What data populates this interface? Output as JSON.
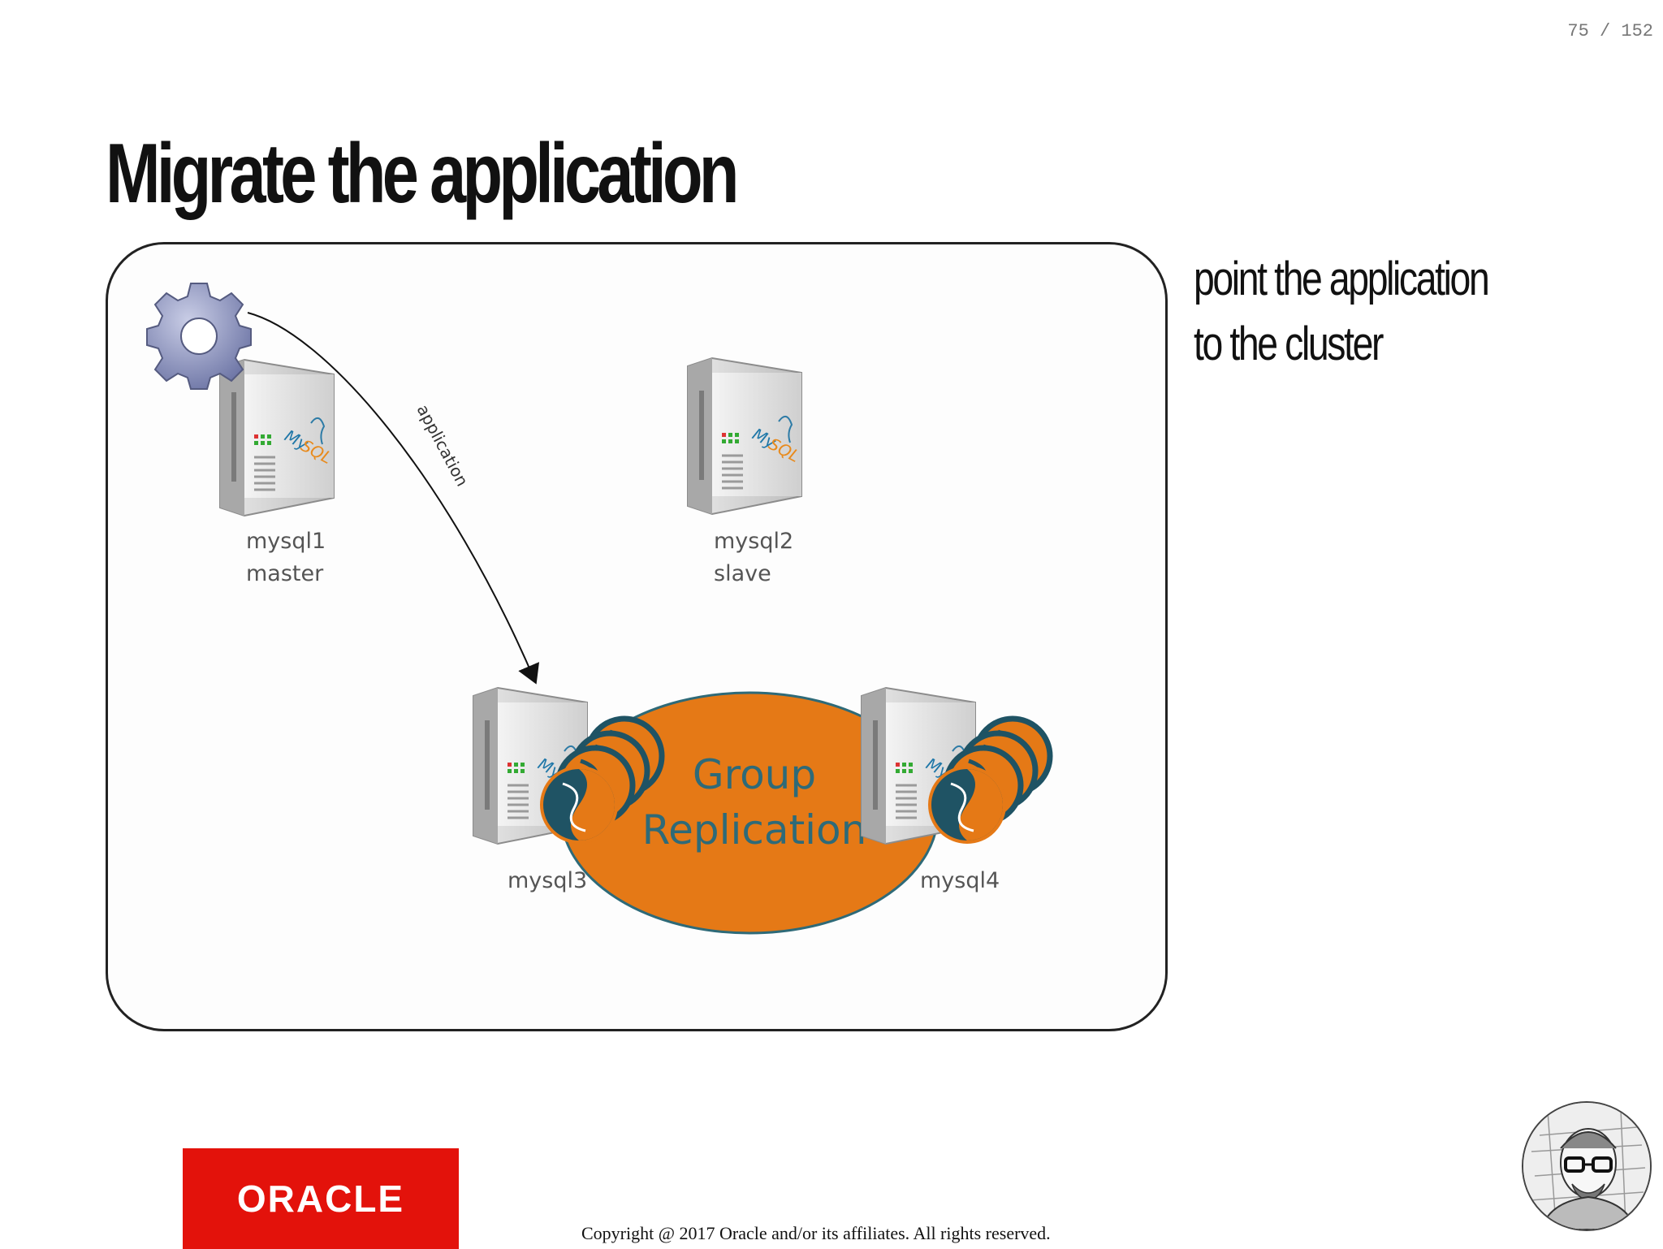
{
  "page": {
    "counter": "75 / 152"
  },
  "slide": {
    "title": "Migrate the application",
    "note_line1": "point the application",
    "note_line2": "to the cluster"
  },
  "diagram": {
    "arrow_label": "application",
    "servers": {
      "mysql1": {
        "name": "mysql1",
        "role": "master"
      },
      "mysql2": {
        "name": "mysql2",
        "role": "slave"
      },
      "mysql3": {
        "name": "mysql3"
      },
      "mysql4": {
        "name": "mysql4"
      }
    },
    "cluster": {
      "line1": "Group",
      "line2": "Replication"
    },
    "server_brand": "MySQL",
    "icons": [
      "gear-icon",
      "mysql-server-icon",
      "dolphin-disc-icon"
    ],
    "colors": {
      "cluster_fill": "#e57916",
      "cluster_text": "#2e6a78",
      "disc_dark": "#1f5364"
    }
  },
  "footer": {
    "logo": "ORACLE",
    "copyright": "Copyright @ 2017 Oracle and/or its affiliates. All rights reserved."
  }
}
